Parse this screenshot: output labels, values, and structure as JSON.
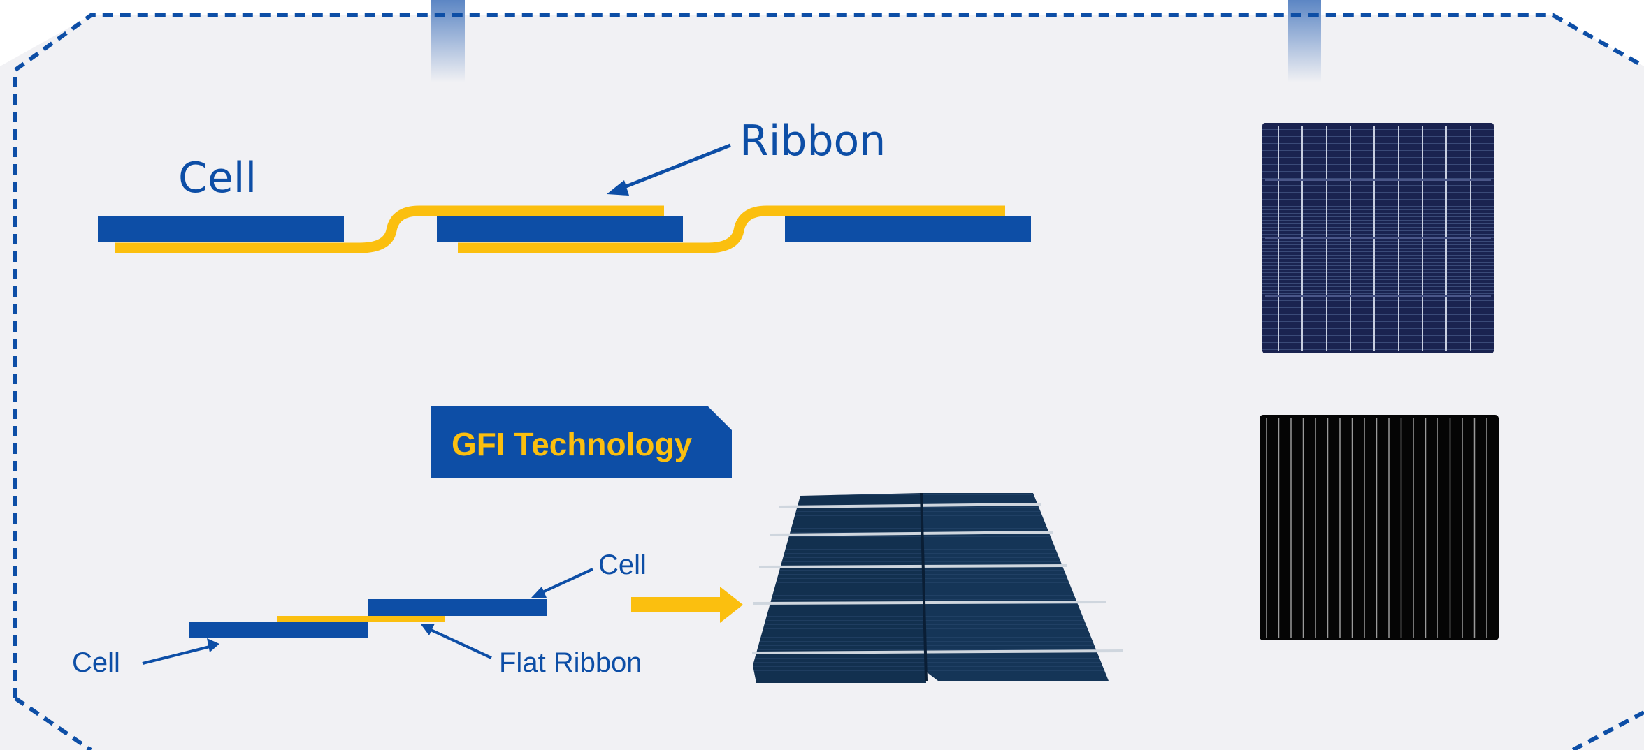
{
  "colors": {
    "panel_bg": "#f1f1f4",
    "frame": "#0d4ea6",
    "cell_blue": "#0d4ea6",
    "ribbon_yellow": "#fbbf0f",
    "badge_text": "#fbbf0f",
    "cell_dark": "#12304f",
    "cell_black": "#050505"
  },
  "top_diagram": {
    "cell_label": "Cell",
    "ribbon_label": "Ribbon",
    "cell_count": 3
  },
  "badge": {
    "text": "GFI Technology"
  },
  "bottom_diagram": {
    "upper_cell_label": "Cell",
    "lower_cell_label": "Cell",
    "ribbon_label": "Flat Ribbon",
    "arrow_icon": "right-arrow-icon"
  },
  "images": [
    {
      "name": "conventional-cell-photo",
      "icon": "solar-cell-busbar-icon"
    },
    {
      "name": "gfi-cell-photo",
      "icon": "solar-cell-lines-icon"
    },
    {
      "name": "gfi-overlap-photo",
      "icon": "overlapped-cells-icon"
    }
  ]
}
